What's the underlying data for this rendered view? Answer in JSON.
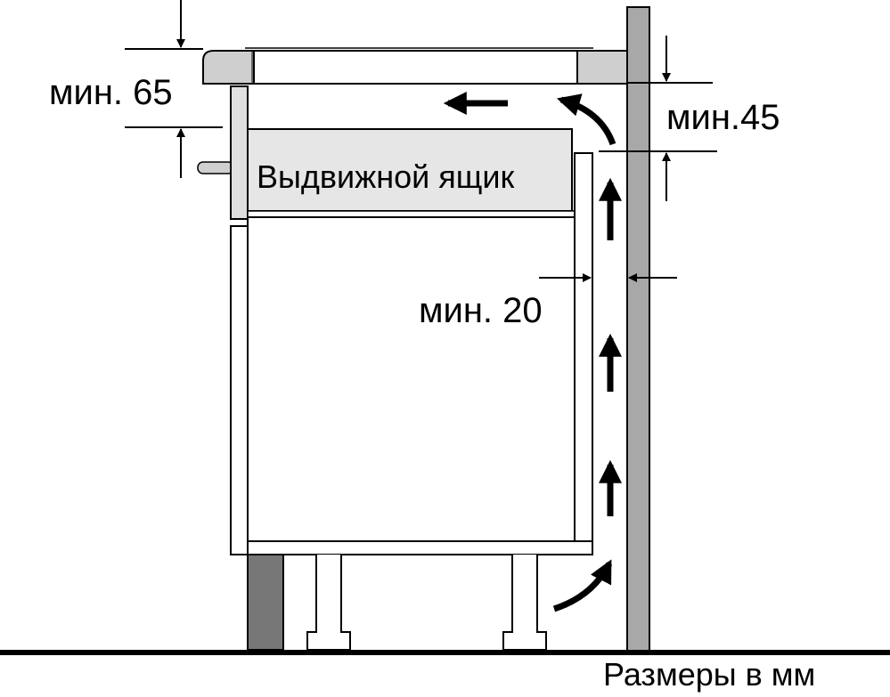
{
  "labels": {
    "min65": "мин. 65",
    "min45": "мин.45",
    "min20": "мин. 20",
    "drawer": "Выдвижной ящик",
    "units": "Размеры в мм"
  },
  "colors": {
    "wall": "#a8a8a8",
    "worktop": "#cfcfcf",
    "drawer": "#e6e6e6",
    "plinth": "#777777"
  }
}
